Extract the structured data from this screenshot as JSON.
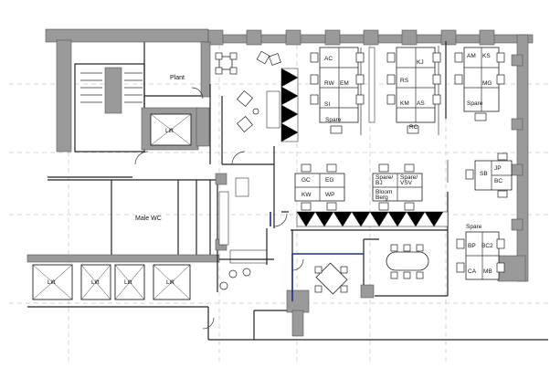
{
  "rooms": {
    "plant": "Plant",
    "male_wc": "Male WC"
  },
  "lift_label": "Lift",
  "desks": {
    "cluster_a": [
      "AC",
      "RW",
      "EM",
      "SI",
      "Spare"
    ],
    "cluster_b": [
      "KJ",
      "RS",
      "KM",
      "AS",
      "RC"
    ],
    "cluster_c": [
      "AM",
      "KS",
      "MG",
      "Spare"
    ],
    "cluster_d": [
      "GC",
      "EG",
      "KW",
      "WP"
    ],
    "cluster_e": [
      "Spare/",
      "BJ",
      "Spare/",
      "VSV",
      "Bloom",
      "Berg"
    ],
    "cluster_f": [
      "JP",
      "SB",
      "BC"
    ],
    "cluster_g": [
      "Spare",
      "BP",
      "BC2",
      "CA",
      "MB"
    ]
  }
}
